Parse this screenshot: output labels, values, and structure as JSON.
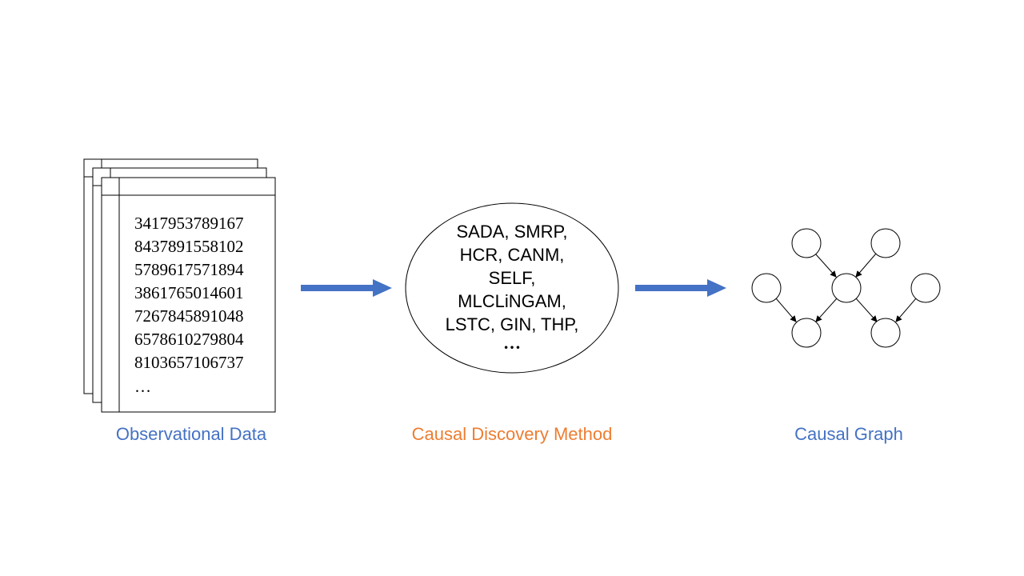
{
  "data_panel": {
    "rows": [
      "3417953789167",
      "8437891558102",
      "5789617571894",
      "3861765014601",
      "7267845891048",
      "6578610279804",
      "8103657106737"
    ],
    "ellipsis": "…",
    "caption": "Observational Data"
  },
  "method_panel": {
    "lines": [
      "SADA, SMRP,",
      "HCR, CANM,",
      "SELF,",
      "MLCLiNGAM,",
      "LSTC, GIN, THP,"
    ],
    "ellipsis": "…",
    "caption": "Causal Discovery Method"
  },
  "graph_panel": {
    "caption": "Causal Graph",
    "nodes": [
      "n1",
      "n2",
      "n3",
      "n4",
      "n5",
      "n6",
      "n7"
    ],
    "edges": [
      [
        "n1",
        "n4"
      ],
      [
        "n2",
        "n4"
      ],
      [
        "n3",
        "n6"
      ],
      [
        "n4",
        "n6"
      ],
      [
        "n4",
        "n7"
      ],
      [
        "n5",
        "n7"
      ]
    ]
  },
  "colors": {
    "arrow": "#4472C4",
    "caption_blue": "#4472C4",
    "caption_orange": "#ED7D31",
    "stroke": "#000000"
  }
}
